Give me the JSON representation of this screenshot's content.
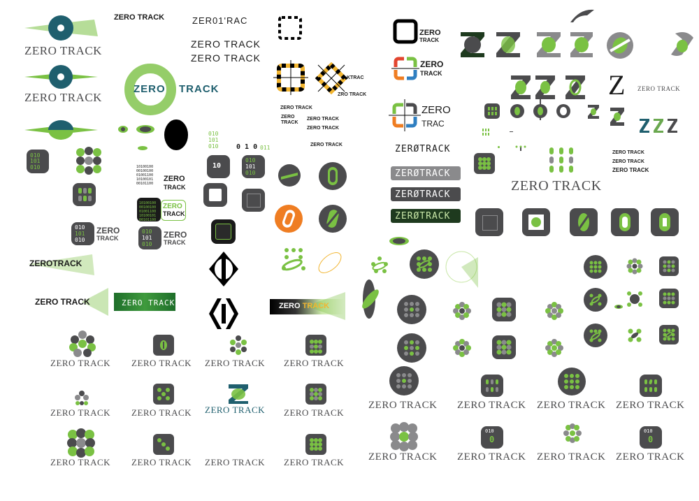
{
  "brand": "ZERO TRACK",
  "colors": {
    "teal": "#1f5f6e",
    "green": "#7ac143",
    "dark_green": "#6aa84f",
    "gray": "#4b4b4d",
    "mid_gray": "#8a8a8c",
    "orange": "#ef7d22",
    "yellow": "#f2b531",
    "blue": "#2f7fc1",
    "red": "#e2452f"
  },
  "texts": {
    "brand_line": "ZERO TRACK",
    "zero": "ZERO",
    "track": "TRACK",
    "trac": "TRAC",
    "ktrac": "KTRAC",
    "zro_track": "ZRO TRACK",
    "zer": "ZER",
    "zero_o": "O",
    "tight_track": "ZER01'RAC",
    "zer0track": "ZERØTRACK",
    "binary_a": "010",
    "binary_b": "101",
    "binary_c": "010",
    "binary_d": "0 1 0",
    "binary_e": "011",
    "binary_long": "10100100\n00100100\n01001100\n10100101\n00101100",
    "one_zero": "10",
    "z": "Z",
    "zero_label": "0",
    "one_label": "1"
  },
  "icons": [
    "teal-eye-icon",
    "green-dot-grid-icon",
    "binary-tile-icon",
    "rounded-square-icon",
    "split-zero-icon",
    "crosshair-square-icon",
    "dashed-square-icon",
    "sphere-orbit-icon",
    "diamond-zero-icon",
    "stylized-z-icon",
    "lens-flare-icon"
  ]
}
